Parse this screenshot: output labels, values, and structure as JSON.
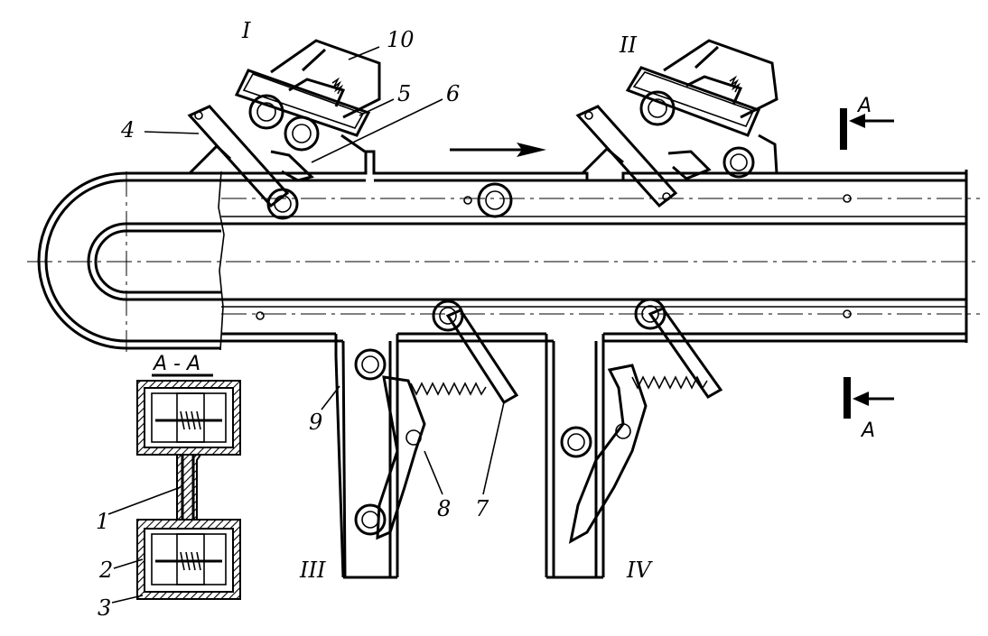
{
  "figure": {
    "section_label": "A - A",
    "cut_marker_top": "A",
    "cut_marker_bottom": "A",
    "positions": [
      "I",
      "II",
      "III",
      "IV"
    ],
    "parts": [
      "1",
      "2",
      "3",
      "4",
      "5",
      "6",
      "7",
      "8",
      "9",
      "10"
    ]
  }
}
